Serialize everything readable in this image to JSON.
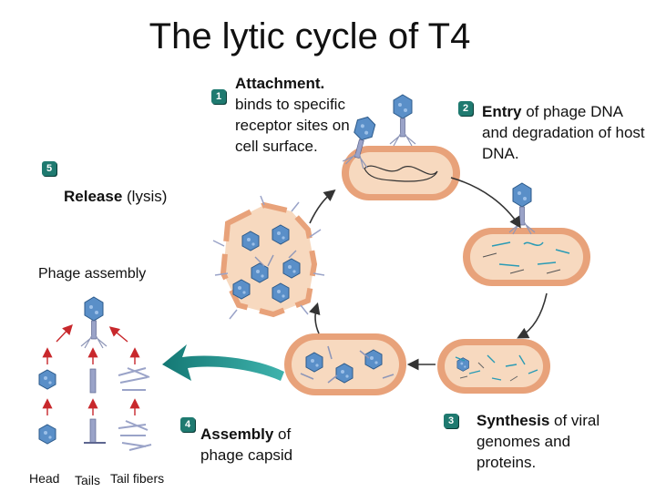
{
  "title": "The lytic cycle of T4",
  "steps": [
    {
      "num": "1",
      "bold": "Attachment.",
      "text": "binds to specific receptor sites on cell surface."
    },
    {
      "num": "2",
      "bold": "Entry",
      "text": " of phage DNA and degradation of host DNA."
    },
    {
      "num": "3",
      "bold": "Synthesis",
      "text": " of viral genomes and proteins."
    },
    {
      "num": "4",
      "bold": "Assembly",
      "text": " of phage capsid"
    },
    {
      "num": "5",
      "bold": "Release",
      "text": " (lysis)"
    }
  ],
  "assembly_label": "Phage assembly",
  "parts": {
    "head": "Head",
    "tails": "Tails",
    "tail_fibers": "Tail fibers"
  },
  "colors": {
    "membrane": "#e8a27a",
    "cytoplasm": "#f7d9bf",
    "head": "#5a8fc8",
    "tail": "#9aa3c8",
    "arrow": "#1f8a86",
    "marker": "#1f7a70"
  }
}
